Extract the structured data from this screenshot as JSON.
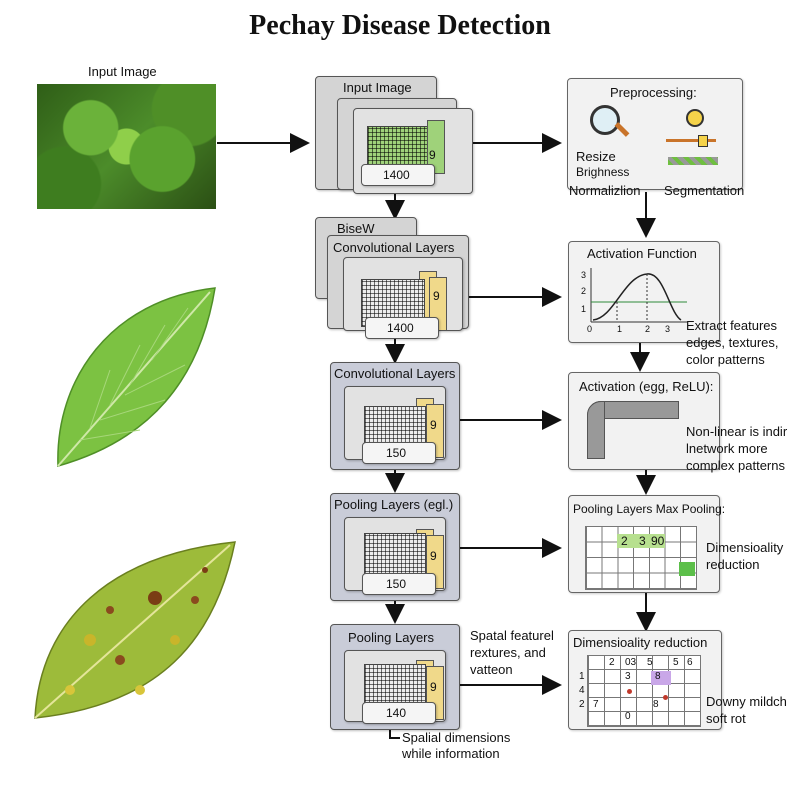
{
  "title": "Pechay Disease Detection",
  "input_image_label": "Input Image",
  "left_stack": [
    {
      "title": "Input Image",
      "number": "1400",
      "depth": "9"
    },
    {
      "title": "Convolutional Layers",
      "header": "BiseW",
      "number": "1400",
      "depth": "9"
    },
    {
      "title": "Convolutional Layers",
      "number": "150",
      "depth": "9"
    },
    {
      "title": "Pooling Layers (egl.)",
      "number": "150",
      "depth": "9"
    },
    {
      "title": "Pooling Layers",
      "number": "140",
      "depth": "9"
    }
  ],
  "preprocessing": {
    "title": "Preprocessing:",
    "resize": "Resize",
    "brightness": "Brighness",
    "normalization": "Normalizlion",
    "segmentation": "Segmentation"
  },
  "activation_function": {
    "title": "Activation Function",
    "y_ticks": [
      "3",
      "2",
      "1"
    ],
    "x_ticks": [
      "0",
      "1",
      "2",
      "3"
    ],
    "note": [
      "Extract features",
      "edges, textures,",
      "color patterns"
    ]
  },
  "activation_relu": {
    "title": "Activation (egg, ReLU):",
    "note": [
      "Non-linear is indir",
      "lnetwork more",
      "complex patterns"
    ]
  },
  "max_pooling": {
    "title": "Pooling Layers Max Pooling:",
    "cells": [
      "2",
      "3",
      "90"
    ],
    "note": [
      "Dimensioality",
      "reduction"
    ]
  },
  "dim_reduction": {
    "title": "Dimensioality reduction",
    "top_numbers": [
      "2",
      "03",
      "5",
      "5",
      "6"
    ],
    "row_labels": [
      "1",
      "4",
      "2"
    ],
    "cells": [
      "3",
      "8",
      "7",
      "8",
      "0"
    ],
    "note": [
      "Downy mildch",
      "soft rot"
    ]
  },
  "spatial_feature_note": [
    "Spatal featurel",
    "rextures, and",
    "vatteon"
  ],
  "bottom_note": [
    "Spalial dimensions",
    "while information"
  ]
}
